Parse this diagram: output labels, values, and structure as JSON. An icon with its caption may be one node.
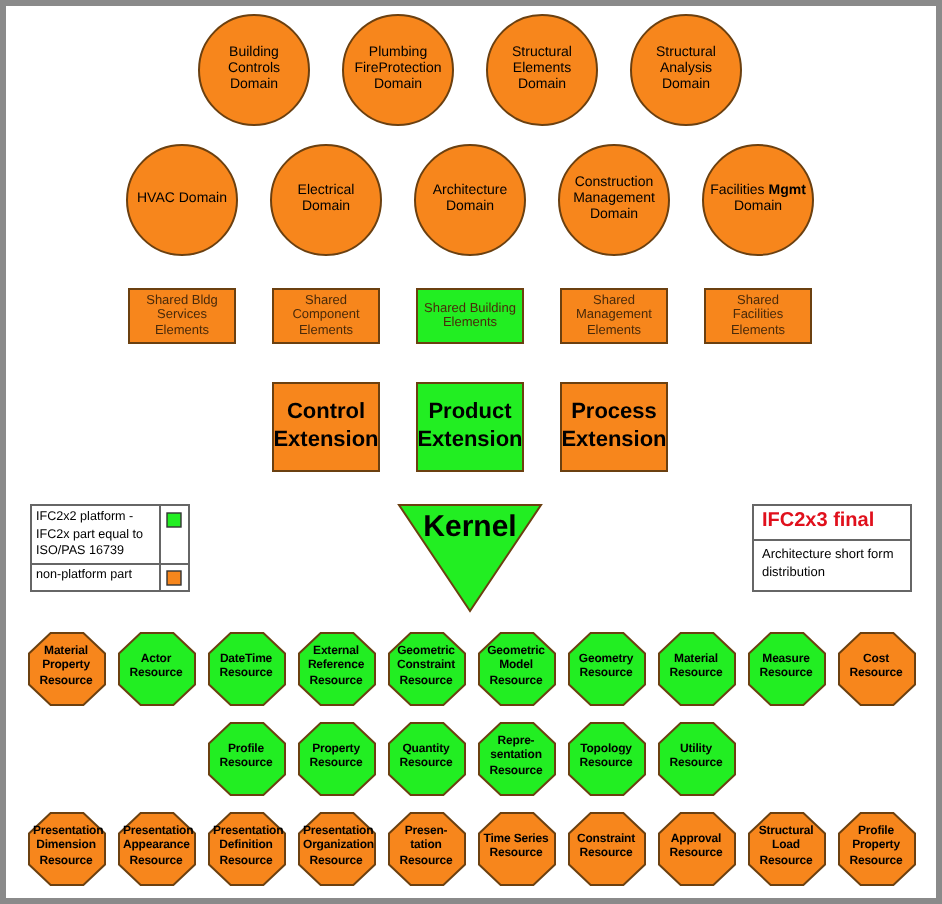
{
  "diagram": {
    "nodes": [
      {
        "text": [
          "Building Controls Domain"
        ]
      },
      {
        "text": [
          "Plumbing FireProtection Domain"
        ]
      },
      {
        "text": [
          "Structural Elements Domain"
        ]
      },
      {
        "text": [
          "Structural Analysis Domain"
        ]
      },
      {
        "text": [
          "HVAC Domain"
        ]
      },
      {
        "text": [
          "Electrical Domain"
        ]
      },
      {
        "text": [
          "Architecture Domain"
        ]
      },
      {
        "text": [
          "Construction Management Domain"
        ]
      },
      {
        "text": [
          "Facilities **Mgmt** Domain"
        ]
      },
      {
        "text": [
          "Shared Bldg Services Elements"
        ]
      },
      {
        "text": [
          "Shared Component Elements"
        ]
      },
      {
        "text": [
          "Shared Building Elements"
        ]
      },
      {
        "text": [
          "Shared Management Elements"
        ]
      },
      {
        "text": [
          "Shared Facilities Elements"
        ]
      },
      {
        "text": [
          "Control Extension"
        ]
      },
      {
        "text": [
          "Product Extension"
        ]
      },
      {
        "text": [
          "Process Extension"
        ]
      },
      {
        "text": [
          "Kernel"
        ]
      },
      {
        "text": [
          "IFC2x3 final",
          "Architecture short form distribution"
        ]
      },
      {
        "text": [
          "Material Property Resource"
        ]
      },
      {
        "text": [
          "Actor Resource"
        ]
      },
      {
        "text": [
          "DateTime Resource"
        ]
      },
      {
        "text": [
          "External Reference Resource"
        ]
      },
      {
        "text": [
          "Geometric Constraint Resource"
        ]
      },
      {
        "text": [
          "Geometric Model Resource"
        ]
      },
      {
        "text": [
          "Geometry Resource"
        ]
      },
      {
        "text": [
          "Material Resource"
        ]
      },
      {
        "text": [
          "Measure Resource"
        ]
      },
      {
        "text": [
          "Cost Resource"
        ]
      },
      {
        "text": [
          "Profile Resource"
        ]
      },
      {
        "text": [
          "Property Resource"
        ]
      },
      {
        "text": [
          "Quantity Resource"
        ]
      },
      {
        "text": [
          "Repre- sentation Resource"
        ]
      },
      {
        "text": [
          "Topology Resource"
        ]
      },
      {
        "text": [
          "Utility Resource"
        ]
      },
      {
        "text": [
          "Presentation Dimension Resource"
        ]
      },
      {
        "text": [
          "Presentation Appearance Resource"
        ]
      },
      {
        "text": [
          "Presentation Definition Resource"
        ]
      },
      {
        "text": [
          "Presentation Organization Resource"
        ]
      },
      {
        "text": [
          "Presen- tation Resource"
        ]
      },
      {
        "text": [
          "Time Series Resource"
        ]
      },
      {
        "text": [
          "Constraint Resource"
        ]
      },
      {
        "text": [
          "Approval Resource"
        ]
      },
      {
        "text": [
          "Structural Load Resource"
        ]
      },
      {
        "text": [
          "Profile Property Resource"
        ]
      }
    ],
    "legend": [
      {
        "text": "IFC2x2 platform - IFC2x part equal to ISO/PAS 16739",
        "color": "#22ee22"
      },
      {
        "text": "non-platform part",
        "color": "#f7861c"
      }
    ]
  }
}
